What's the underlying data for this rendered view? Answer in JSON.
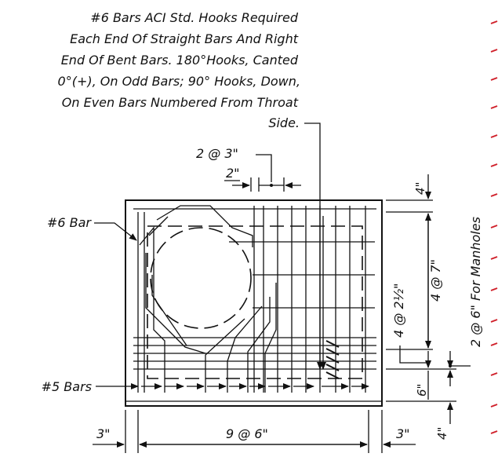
{
  "note_lines": [
    "#6 Bars ACI Std. Hooks Required",
    "Each End Of Straight Bars And Right",
    "End Of Bent Bars.  180°Hooks, Canted",
    "0°(+), On Odd Bars;  90° Hooks, Down,",
    "On Even Bars Numbered From Throat",
    "Side."
  ],
  "labels": {
    "top_spacing": "2 @ 3\"",
    "top_gap": "2\"",
    "bar6": "#6 Bar",
    "bar5": "#5 Bars",
    "bottom_left": "3\"",
    "bottom_spacing": "9 @ 6\"",
    "bottom_right": "3\"",
    "right_top": "4\"",
    "right_spacing": "4 @ 7\"",
    "right_lower_spacing": "4 @ 2½\"",
    "right_bottom": "6\"",
    "right_far_bottom": "4\"",
    "manholes": "2 @ 6\" For Manholes"
  },
  "colors": {
    "line": "#111111",
    "margin_marks": "#d0202a"
  }
}
